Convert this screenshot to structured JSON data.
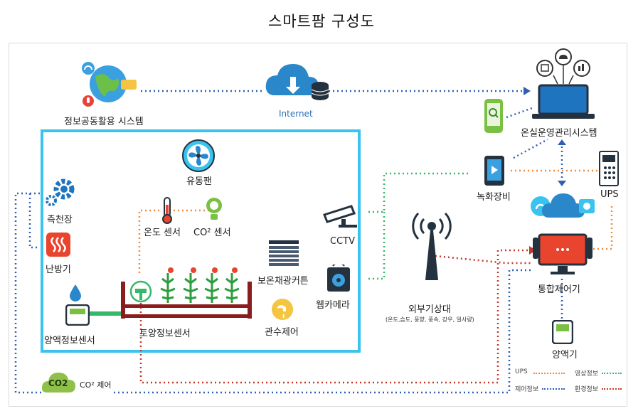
{
  "title": "스마트팜 구성도",
  "nodes": {
    "info_system": "정보공동활용 시스템",
    "internet": "Internet",
    "greenhouse_system": "온실운영관리시스템",
    "fan": "유동팬",
    "gears": "측천장",
    "heater": "난방기",
    "temp_sensor": "온도 센서",
    "co2_sensor": "CO² 센서",
    "curtain": "보온채광커튼",
    "nutrient_sensor": "양액정보센서",
    "soil_sensor": "토양정보센서",
    "irrigation": "관수제어",
    "cctv": "CCTV",
    "webcam": "웹카메라",
    "recorder": "녹화장비",
    "ups": "UPS",
    "weather": "외부기상대",
    "weather_sub": "(온도,습도, 풍향, 풍속, 강우, 일사량)",
    "controller": "통합제어기",
    "nutrient_machine": "양액기",
    "co2_cloud": "CO2",
    "co2_control": "CO² 제어"
  },
  "legend": {
    "items": [
      {
        "label": "UPS",
        "color": "#f08a3c"
      },
      {
        "label": "영상정보",
        "color": "#35b86a"
      },
      {
        "label": "제어정보",
        "color": "#2f5fb5"
      },
      {
        "label": "환경정보",
        "color": "#d2402a"
      }
    ]
  },
  "colors": {
    "farm_border": "#39c3ee",
    "control_line": "#2f5fb5",
    "video_line": "#35b86a",
    "ups_line": "#f08a3c",
    "env_line": "#c0392b"
  }
}
